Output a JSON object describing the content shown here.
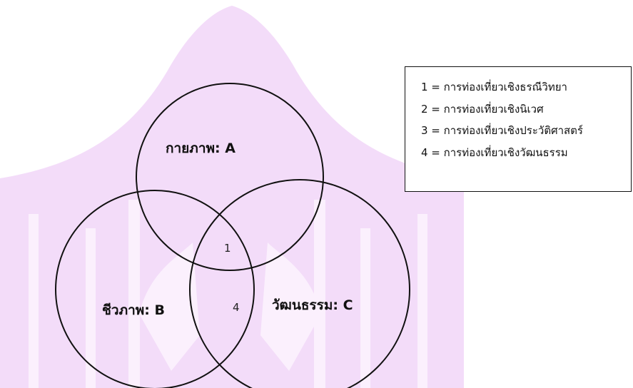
{
  "venn": {
    "sets": [
      {
        "id": "A",
        "label": "กายภาพ",
        "tag": ": A"
      },
      {
        "id": "B",
        "label": "ชีวภาพ",
        "tag": ": B"
      },
      {
        "id": "C",
        "label": "วัฒนธรรม",
        "tag": ": C"
      }
    ],
    "regions": [
      {
        "sets": [
          "A",
          "B",
          "C"
        ],
        "label": "1"
      },
      {
        "sets": [
          "B",
          "C"
        ],
        "label": "4"
      }
    ]
  },
  "legend": {
    "items": [
      "1 = การท่องเที่ยวเชิงธรณีวิทยา",
      "2 = การท่องเที่ยวเชิงนิเวศ",
      "3 = การท่องเที่ยวเชิงประวัติศาสตร์",
      "4 = การท่องเที่ยวเชิงวัฒนธรรม"
    ]
  },
  "colors": {
    "watermark": "#f3dcf9",
    "outline": "#111111"
  }
}
